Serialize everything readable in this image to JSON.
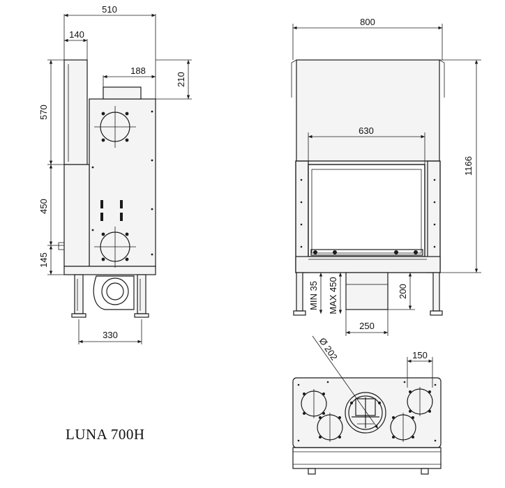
{
  "title": "LUNA 700H",
  "side_view": {
    "dims": {
      "width_top": "510",
      "offset_left": "140",
      "flue_width": "188",
      "flue_height": "210",
      "upper_height": "570",
      "middle_height": "450",
      "lower_height": "145",
      "leg_spacing": "330"
    }
  },
  "front_view": {
    "dims": {
      "overall_width": "800",
      "glass_width": "630",
      "overall_height": "1166",
      "min_leg": "MIN 35",
      "max_leg": "MAX 450",
      "base_height": "200",
      "base_width": "250"
    }
  },
  "top_view": {
    "dims": {
      "diameter": "Ø 202",
      "outlet_width": "150"
    }
  }
}
